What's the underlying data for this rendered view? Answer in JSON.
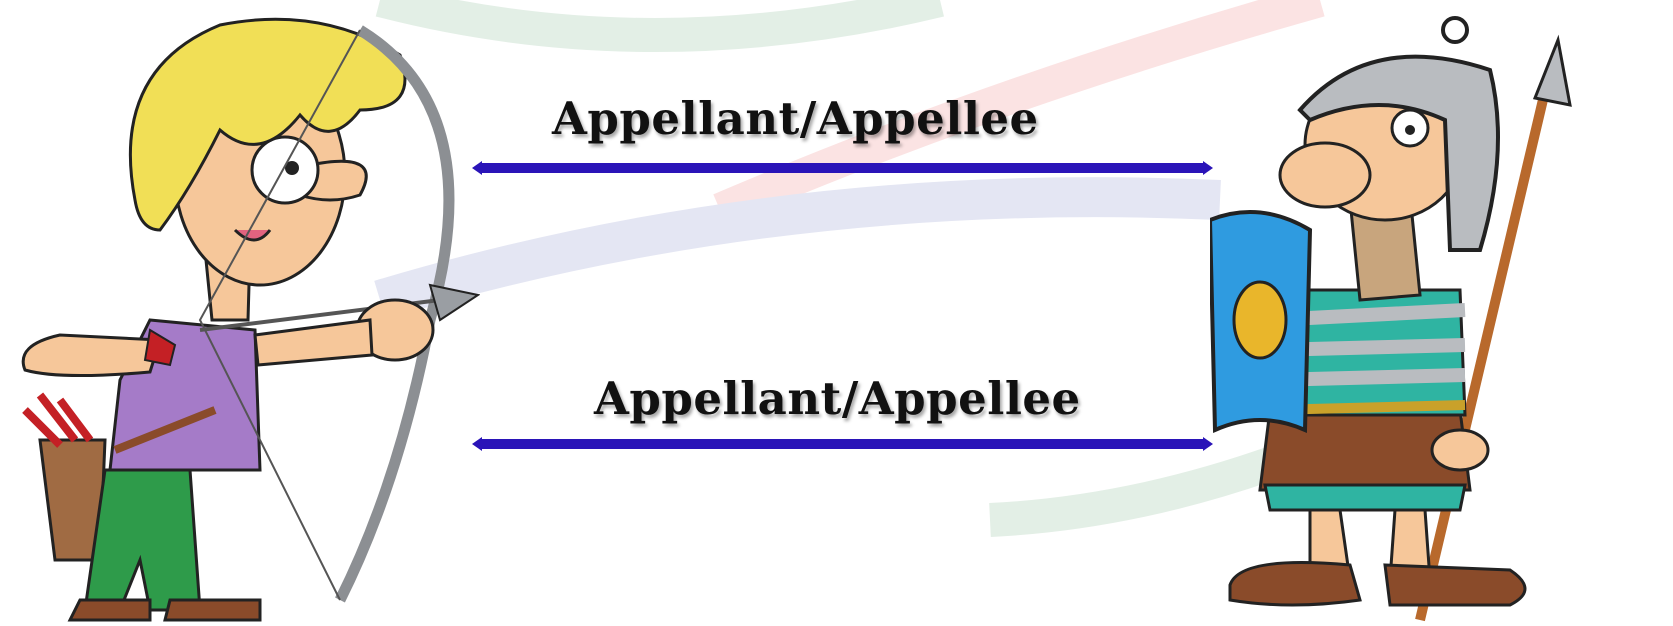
{
  "relations": [
    {
      "label": "Appellant/Appellee"
    },
    {
      "label": "Appellant/Appellee"
    }
  ],
  "colors": {
    "arrow": "#2a14b8",
    "arc_green": "#e3efe6",
    "arc_red": "#fbe3e3",
    "arc_blue": "#e4e6f3"
  },
  "figures": {
    "left": "archer-cartoon",
    "right": "roman-soldier-cartoon"
  }
}
